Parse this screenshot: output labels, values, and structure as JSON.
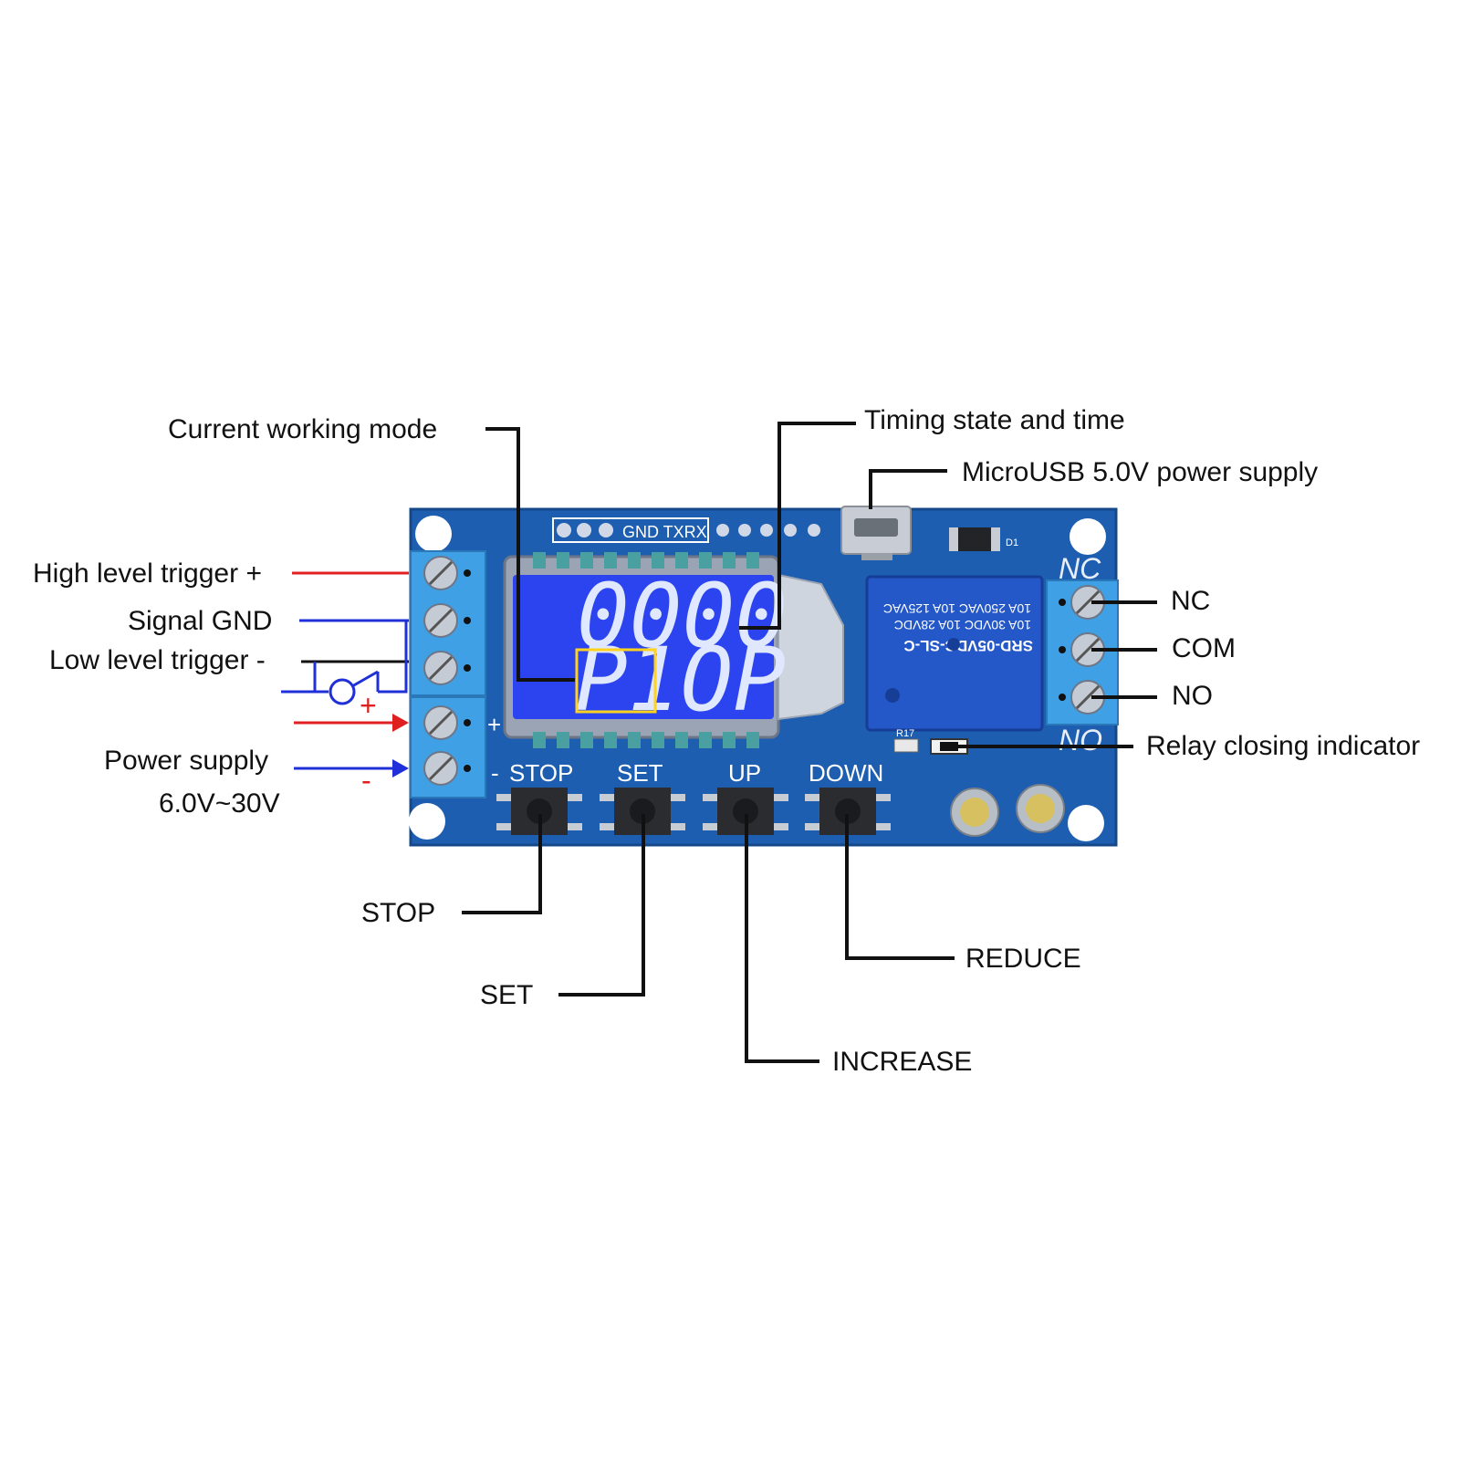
{
  "labels": {
    "current_mode": "Current working mode",
    "timing_state": "Timing state and time",
    "microusb": "MicroUSB 5.0V power supply",
    "high_trigger": "High level trigger +",
    "signal_gnd": "Signal GND",
    "low_trigger": "Low level trigger -",
    "power_supply": "Power supply",
    "power_range": "6.0V~30V",
    "nc": "NC",
    "com": "COM",
    "no": "NO",
    "relay_indicator": "Relay closing indicator",
    "stop": "STOP",
    "set": "SET",
    "increase": "INCREASE",
    "reduce": "REDUCE"
  },
  "board": {
    "header_text": "GND TXRX",
    "btn_stop": "STOP",
    "btn_set": "SET",
    "btn_up": "UP",
    "btn_down": "DOWN",
    "nc_silk": "NC",
    "no_silk": "NO",
    "minus_silk": "-",
    "plus_silk": "+",
    "d1": "D1",
    "r17": "R17",
    "relay_line1": "SRD-05VDC-SL-C",
    "relay_line2": "10A 30VDC 10A 28VDC",
    "relay_line3": "10A 250VAC 10A 125VAC",
    "plus_sign": "+",
    "minus_sign": "-"
  },
  "lcd": {
    "top": "0000",
    "bottom": "P1OP"
  },
  "colors": {
    "board": "#1e5eb0",
    "lcd": "#2b44f0",
    "terminal": "#3fa0e6",
    "high_wire": "#e02020",
    "gnd_wire": "#2030d8",
    "leader": "#111111",
    "mode_box": "#ffd21e"
  }
}
